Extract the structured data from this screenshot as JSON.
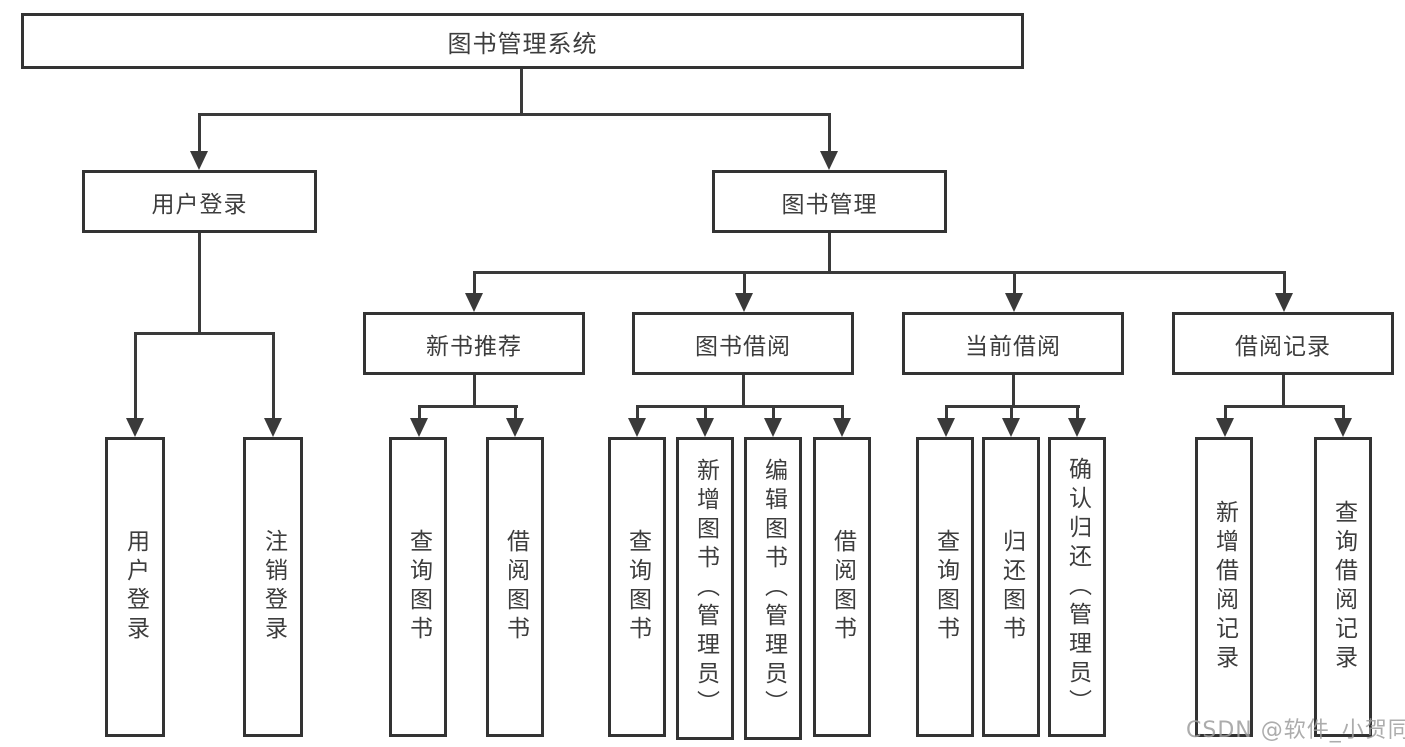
{
  "diagram_type": "hierarchy-tree",
  "colors": {
    "line": "#3a3a3a",
    "box_border": "#333333",
    "text": "#3d3d3d",
    "background": "#ffffff",
    "watermark": "#9e9e9e"
  },
  "tree": {
    "root": {
      "label": "图书管理系统"
    },
    "branches": [
      {
        "label": "用户登录",
        "children": [
          {
            "label": "用户登录"
          },
          {
            "label": "注销登录"
          }
        ]
      },
      {
        "label": "图书管理",
        "children": [
          {
            "label": "新书推荐",
            "children": [
              {
                "label": "查询图书"
              },
              {
                "label": "借阅图书"
              }
            ]
          },
          {
            "label": "图书借阅",
            "children": [
              {
                "label": "查询图书"
              },
              {
                "label": "新增图书（管理员）"
              },
              {
                "label": "编辑图书（管理员）"
              },
              {
                "label": "借阅图书"
              }
            ]
          },
          {
            "label": "当前借阅",
            "children": [
              {
                "label": "查询图书"
              },
              {
                "label": "归还图书"
              },
              {
                "label": "确认归还（管理员）"
              }
            ]
          },
          {
            "label": "借阅记录",
            "children": [
              {
                "label": "新增借阅记录"
              },
              {
                "label": "查询借阅记录"
              }
            ]
          }
        ]
      }
    ]
  },
  "watermark": {
    "text": "CSDN @软件_小贺同学"
  }
}
